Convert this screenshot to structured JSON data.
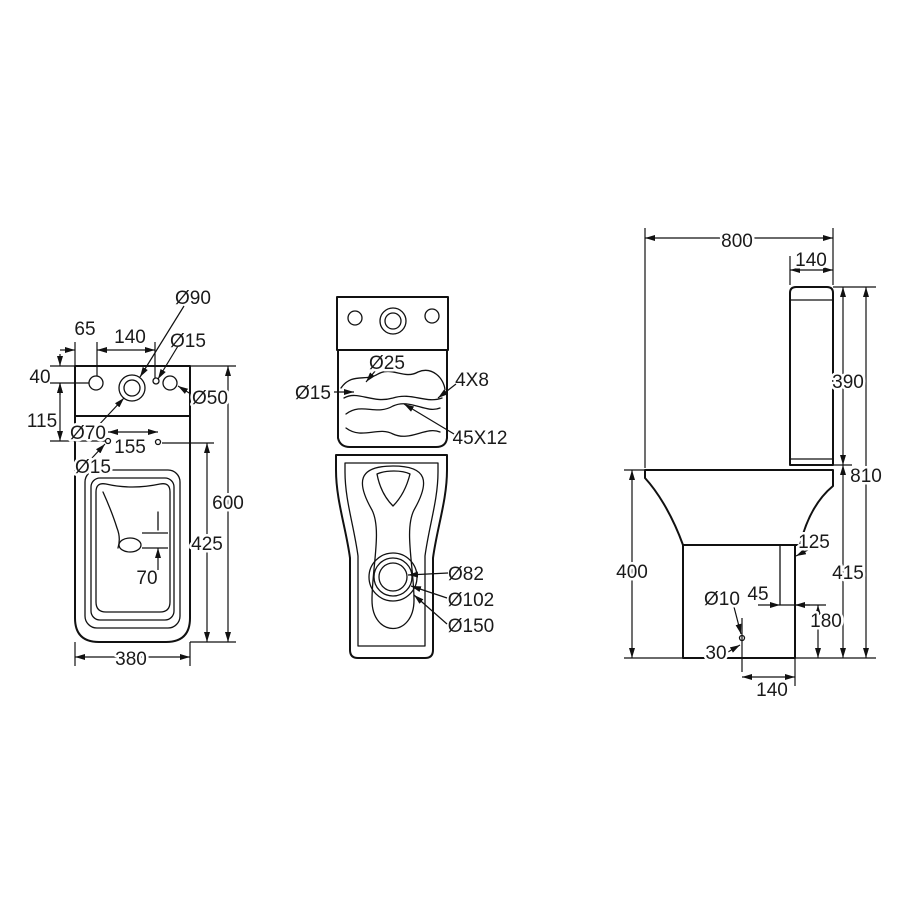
{
  "top_view": {
    "left_offset": "65",
    "hole_spacing": "140",
    "flush_hole_dia": "Ø90",
    "small_hole_dia": "Ø15",
    "tank_edge_offset": "40",
    "side_hole_dia": "Ø50",
    "hole_row_offset": "115",
    "center_hole_dia": "Ø70",
    "seat_hole_spacing": "155",
    "seat_hole_dia": "Ø15",
    "overall_length": "600",
    "bowl_length": "425",
    "drain_offset": "70",
    "overall_width": "380"
  },
  "front_view": {
    "inlet_dia": "Ø25",
    "side_hole_dia": "Ø15",
    "slot_small": "4X8",
    "slot_large": "45X12",
    "outlet_dia_inner": "Ø82",
    "outlet_dia_mid": "Ø102",
    "outlet_dia_outer": "Ø150"
  },
  "side_view": {
    "overall_depth": "800",
    "tank_width": "140",
    "tank_height": "390",
    "overall_height": "810",
    "seat_height": "400",
    "outlet_offset": "125",
    "lower_height": "415",
    "fixing_hole_dia": "Ø10",
    "outlet_width": "45",
    "outlet_height": "180",
    "fixing_offset": "30",
    "outlet_distance": "140"
  }
}
